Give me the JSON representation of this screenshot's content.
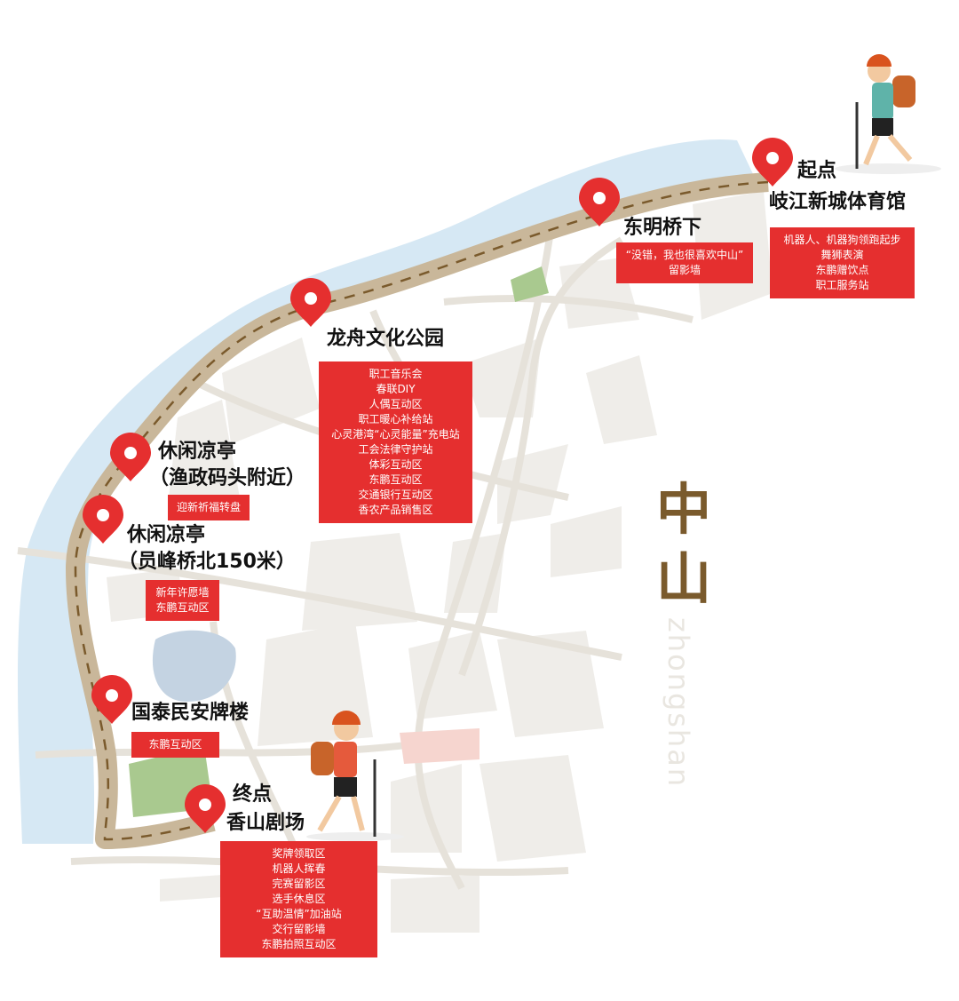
{
  "city": {
    "name_cn_1": "中",
    "name_cn_2": "山",
    "name_pinyin": "zhongshan"
  },
  "colors": {
    "river": "#d6e8f4",
    "route": "#c9b79a",
    "dash": "#7a5a2c",
    "pin": "#e52f2f",
    "box": "#e52f2f",
    "block": "#efede9",
    "park": "#a9c98f",
    "lake": "#c4d3e2"
  },
  "stops": [
    {
      "id": "start",
      "title_1": "起点",
      "title_2": "岐江新城体育馆",
      "items": [
        "机器人、机器狗领跑起步",
        "舞狮表演",
        "东鹏赠饮点",
        "职工服务站"
      ]
    },
    {
      "id": "dongming",
      "title_1": "东明桥下",
      "items": [
        "“没错，我也很喜欢中山”",
        "留影墙"
      ]
    },
    {
      "id": "longzhou",
      "title_1": "龙舟文化公园",
      "items": [
        "职工音乐会",
        "春联DIY",
        "人偶互动区",
        "职工暖心补给站",
        "心灵港湾“心灵能量”充电站",
        "工会法律守护站",
        "体彩互动区",
        "东鹏互动区",
        "交通银行互动区",
        "香农产品销售区"
      ]
    },
    {
      "id": "pavilion1",
      "title_1": "休闲凉亭",
      "title_2": "（渔政码头附近）",
      "items": [
        "迎新祈福转盘"
      ]
    },
    {
      "id": "pavilion2",
      "title_1": "休闲凉亭",
      "title_2": "（员峰桥北150米）",
      "items": [
        "新年许愿墙",
        "东鹏互动区"
      ]
    },
    {
      "id": "guotai",
      "title_1": "国泰民安牌楼",
      "items": [
        "东鹏互动区"
      ]
    },
    {
      "id": "finish",
      "title_1": "终点",
      "title_2": "香山剧场",
      "items": [
        "奖牌领取区",
        "机器人挥春",
        "完赛留影区",
        "选手休息区",
        "“互助温情”加油站",
        "交行留影墙",
        "东鹏拍照互动区"
      ]
    }
  ]
}
